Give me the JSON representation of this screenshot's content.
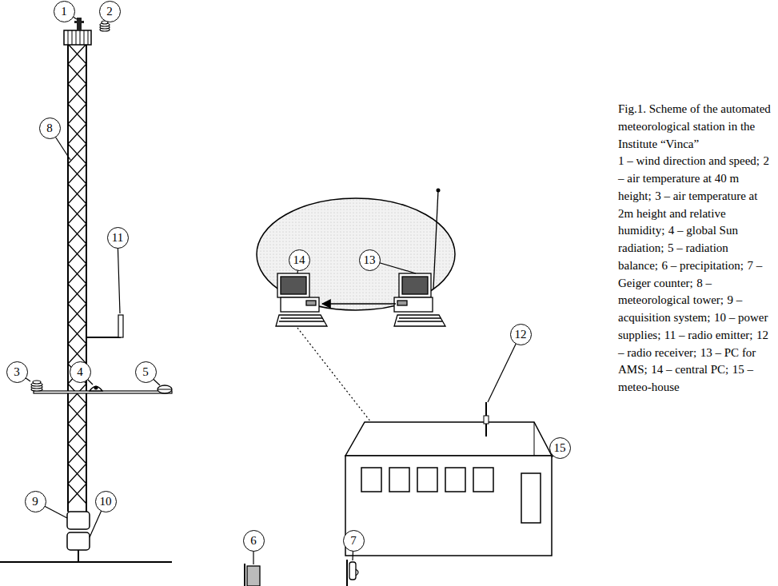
{
  "diagram": {
    "caption": "Fig.1. Scheme of the automated meteorological station in the Institute “Vinca”",
    "nodes": [
      {
        "text": [
          "1"
        ]
      },
      {
        "text": [
          "2"
        ]
      },
      {
        "text": [
          "8"
        ]
      },
      {
        "text": [
          "11"
        ]
      },
      {
        "text": [
          "3"
        ]
      },
      {
        "text": [
          "4"
        ]
      },
      {
        "text": [
          "5"
        ]
      },
      {
        "text": [
          "9"
        ]
      },
      {
        "text": [
          "10"
        ]
      },
      {
        "text": [
          "14"
        ]
      },
      {
        "text": [
          "13"
        ]
      },
      {
        "text": [
          "12"
        ]
      },
      {
        "text": [
          "6"
        ]
      },
      {
        "text": [
          "7"
        ]
      },
      {
        "text": [
          "15"
        ]
      }
    ],
    "labels": [
      "1 – wind direction and speed;",
      "2 – air temperature at 40 m height;",
      "3 – air temperature at 2m height and relative humidity;",
      "4 – global Sun radiation;",
      "5 – radiation balance;",
      "6 – precipitation;",
      "7 – Geiger counter;",
      "8 – meteorological tower;",
      "9 – acquisition system;",
      "10 – power supplies;",
      "11 – radio emitter;",
      "12 – radio receiver;",
      "13 – PC for AMS;",
      "14 – central PC;",
      "15 – meteo-house"
    ]
  }
}
